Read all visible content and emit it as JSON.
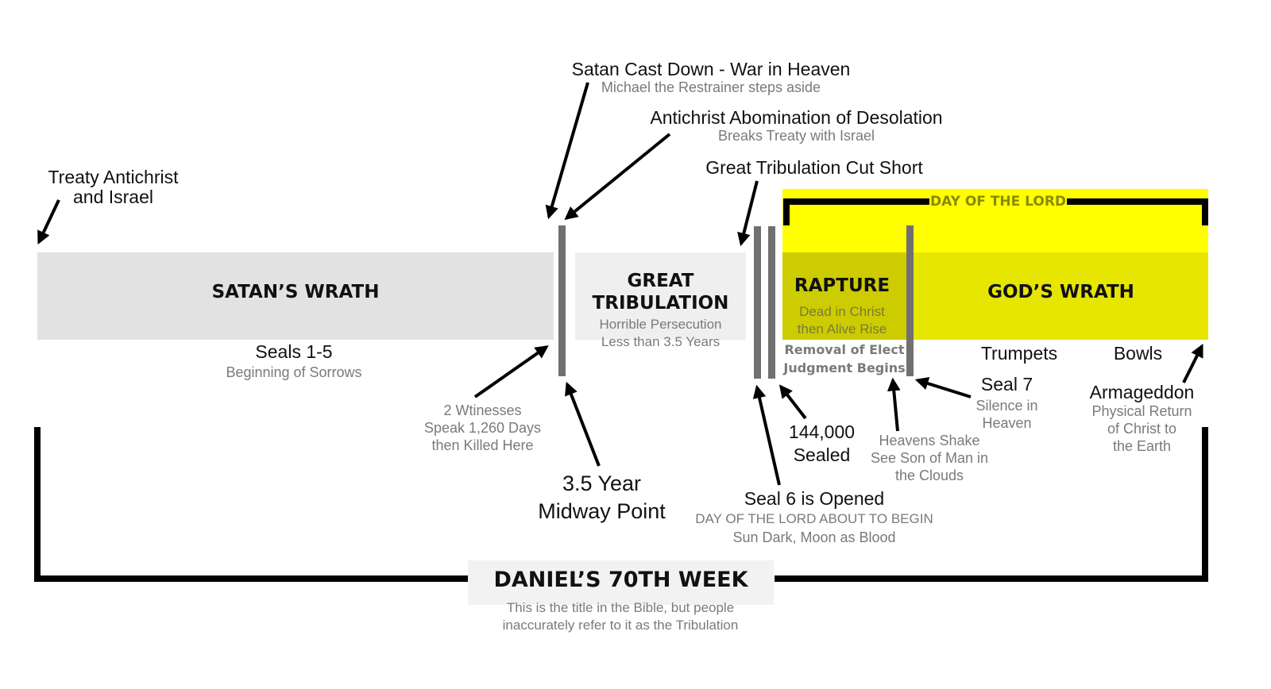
{
  "diagram": {
    "colors": {
      "satan_band": "#e2e2e2",
      "tribulation_band": "#efefef",
      "day_of_lord": "#ffff00",
      "gods_wrath": "#e6e600",
      "rapture": "#cccc00",
      "bar": "#707070",
      "bracket": "#000000",
      "muted_text": "#7a7a7a"
    },
    "labels": {
      "treaty": [
        "Treaty Antichrist",
        "and Israel"
      ],
      "satan_cast": "Satan Cast Down - War in Heaven",
      "michael": "Michael the Restrainer steps aside",
      "abomination": "Antichrist Abomination of Desolation",
      "breaks_treaty": "Breaks Treaty with Israel",
      "cut_short": "Great Tribulation Cut Short",
      "day_of_lord": "DAY OF THE LORD",
      "satans_wrath": "SATAN’S WRATH",
      "great_tribulation": [
        "GREAT",
        "TRIBULATION"
      ],
      "horrible": "Horrible Persecution",
      "less_than": "Less than 3.5 Years",
      "rapture": "RAPTURE",
      "dead_in_christ": "Dead in Christ",
      "alive_rise": "then Alive Rise",
      "removal": "Removal of Elect",
      "judgment": "Judgment Begins",
      "gods_wrath": "GOD’S WRATH",
      "seals_1_5": "Seals 1-5",
      "sorrows": "Beginning of Sorrows",
      "trumpets": "Trumpets",
      "bowls": "Bowls",
      "seal7": "Seal 7",
      "silence": [
        "Silence in",
        "Heaven"
      ],
      "armageddon": "Armageddon",
      "physical_return": [
        "Physical Return",
        "of Christ to",
        "the Earth"
      ],
      "witnesses": [
        "2 Wtinesses",
        "Speak 1,260 Days",
        "then Killed Here"
      ],
      "midway": [
        "3.5 Year",
        "Midway Point"
      ],
      "sealed": [
        "144,000",
        "Sealed"
      ],
      "heavens_shake": [
        "Heavens Shake",
        "See Son of Man in",
        "the Clouds"
      ],
      "seal6": "Seal 6 is Opened",
      "about_to_begin": "DAY OF THE LORD ABOUT TO BEGIN",
      "sun_dark": "Sun Dark, Moon as Blood",
      "daniels_week": "DANIEL’S 70TH WEEK",
      "title_note": [
        "This is the title in the Bible, but people",
        "inaccurately refer to it as the Tribulation"
      ]
    }
  }
}
